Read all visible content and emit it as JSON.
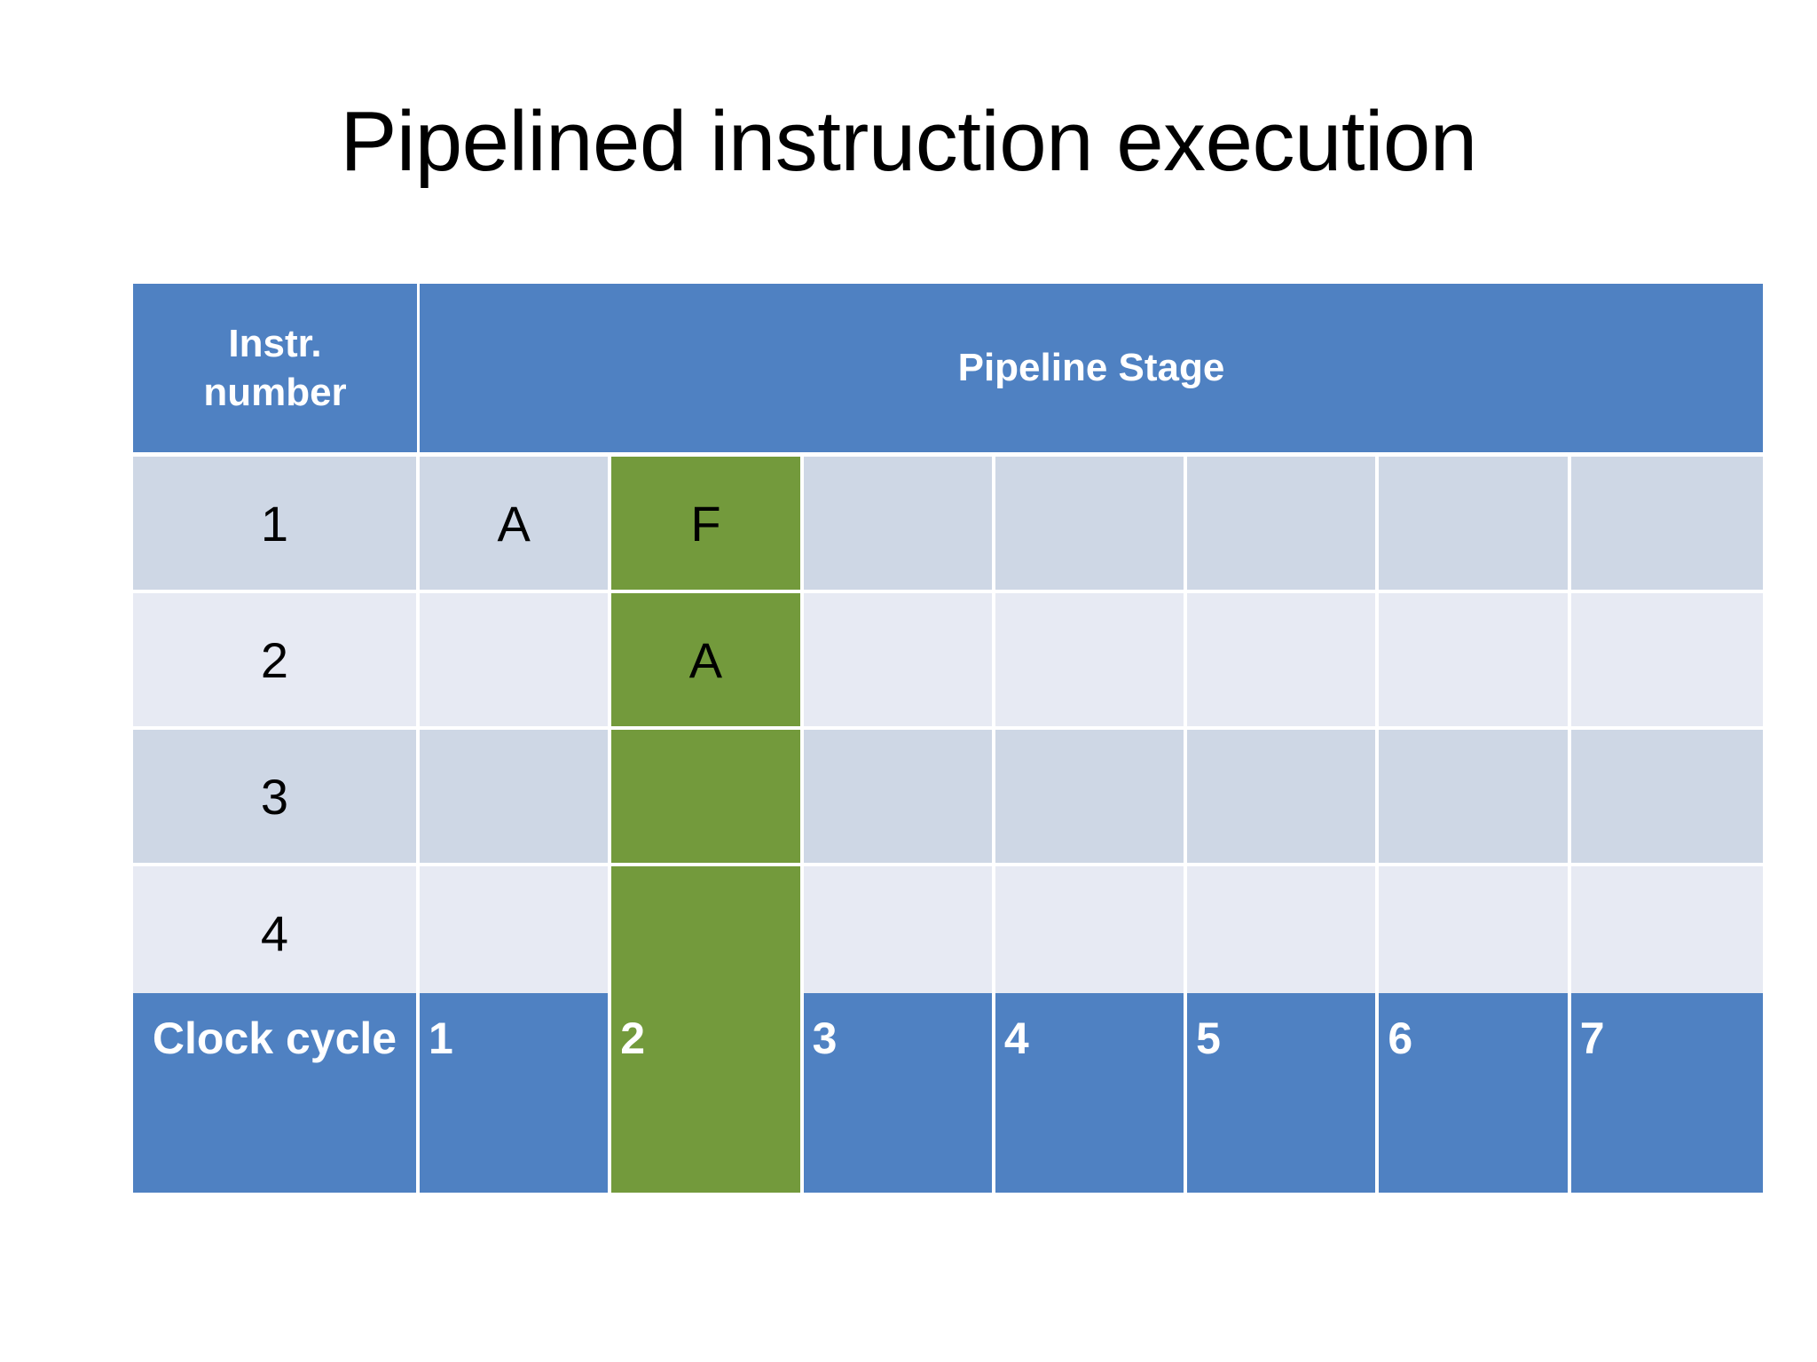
{
  "slide": {
    "title": "Pipelined instruction execution"
  },
  "colors": {
    "header_blue": "#4f81c2",
    "highlight_green": "#739a3c",
    "row_dark": "#ced7e5",
    "row_light": "#e7eaf3",
    "text_dark": "#000000",
    "text_light": "#ffffff"
  },
  "table": {
    "header": {
      "instr_label_line1": "Instr.",
      "instr_label_line2": "number",
      "stage_label": "Pipeline Stage"
    },
    "rows": [
      {
        "instr": "1",
        "cells": [
          {
            "text": "A",
            "highlight": false
          },
          {
            "text": "F",
            "highlight": true
          },
          {
            "text": "",
            "highlight": false
          },
          {
            "text": "",
            "highlight": false
          },
          {
            "text": "",
            "highlight": false
          },
          {
            "text": "",
            "highlight": false
          },
          {
            "text": "",
            "highlight": false
          }
        ]
      },
      {
        "instr": "2",
        "cells": [
          {
            "text": "",
            "highlight": false
          },
          {
            "text": "A",
            "highlight": true
          },
          {
            "text": "",
            "highlight": false
          },
          {
            "text": "",
            "highlight": false
          },
          {
            "text": "",
            "highlight": false
          },
          {
            "text": "",
            "highlight": false
          },
          {
            "text": "",
            "highlight": false
          }
        ]
      },
      {
        "instr": "3",
        "cells": [
          {
            "text": "",
            "highlight": false
          },
          {
            "text": "",
            "highlight": true
          },
          {
            "text": "",
            "highlight": false
          },
          {
            "text": "",
            "highlight": false
          },
          {
            "text": "",
            "highlight": false
          },
          {
            "text": "",
            "highlight": false
          },
          {
            "text": "",
            "highlight": false
          }
        ]
      },
      {
        "instr": "4",
        "cells": [
          {
            "text": "",
            "highlight": false
          },
          {
            "text": "",
            "highlight": true
          },
          {
            "text": "",
            "highlight": false
          },
          {
            "text": "",
            "highlight": false
          },
          {
            "text": "",
            "highlight": false
          },
          {
            "text": "",
            "highlight": false
          },
          {
            "text": "",
            "highlight": false
          }
        ]
      }
    ]
  },
  "clock": {
    "label": "Clock cycle",
    "cycles": [
      {
        "text": "1",
        "highlight": false
      },
      {
        "text": "2",
        "highlight": true
      },
      {
        "text": "3",
        "highlight": false
      },
      {
        "text": "4",
        "highlight": false
      },
      {
        "text": "5",
        "highlight": false
      },
      {
        "text": "6",
        "highlight": false
      },
      {
        "text": "7",
        "highlight": false
      }
    ]
  }
}
